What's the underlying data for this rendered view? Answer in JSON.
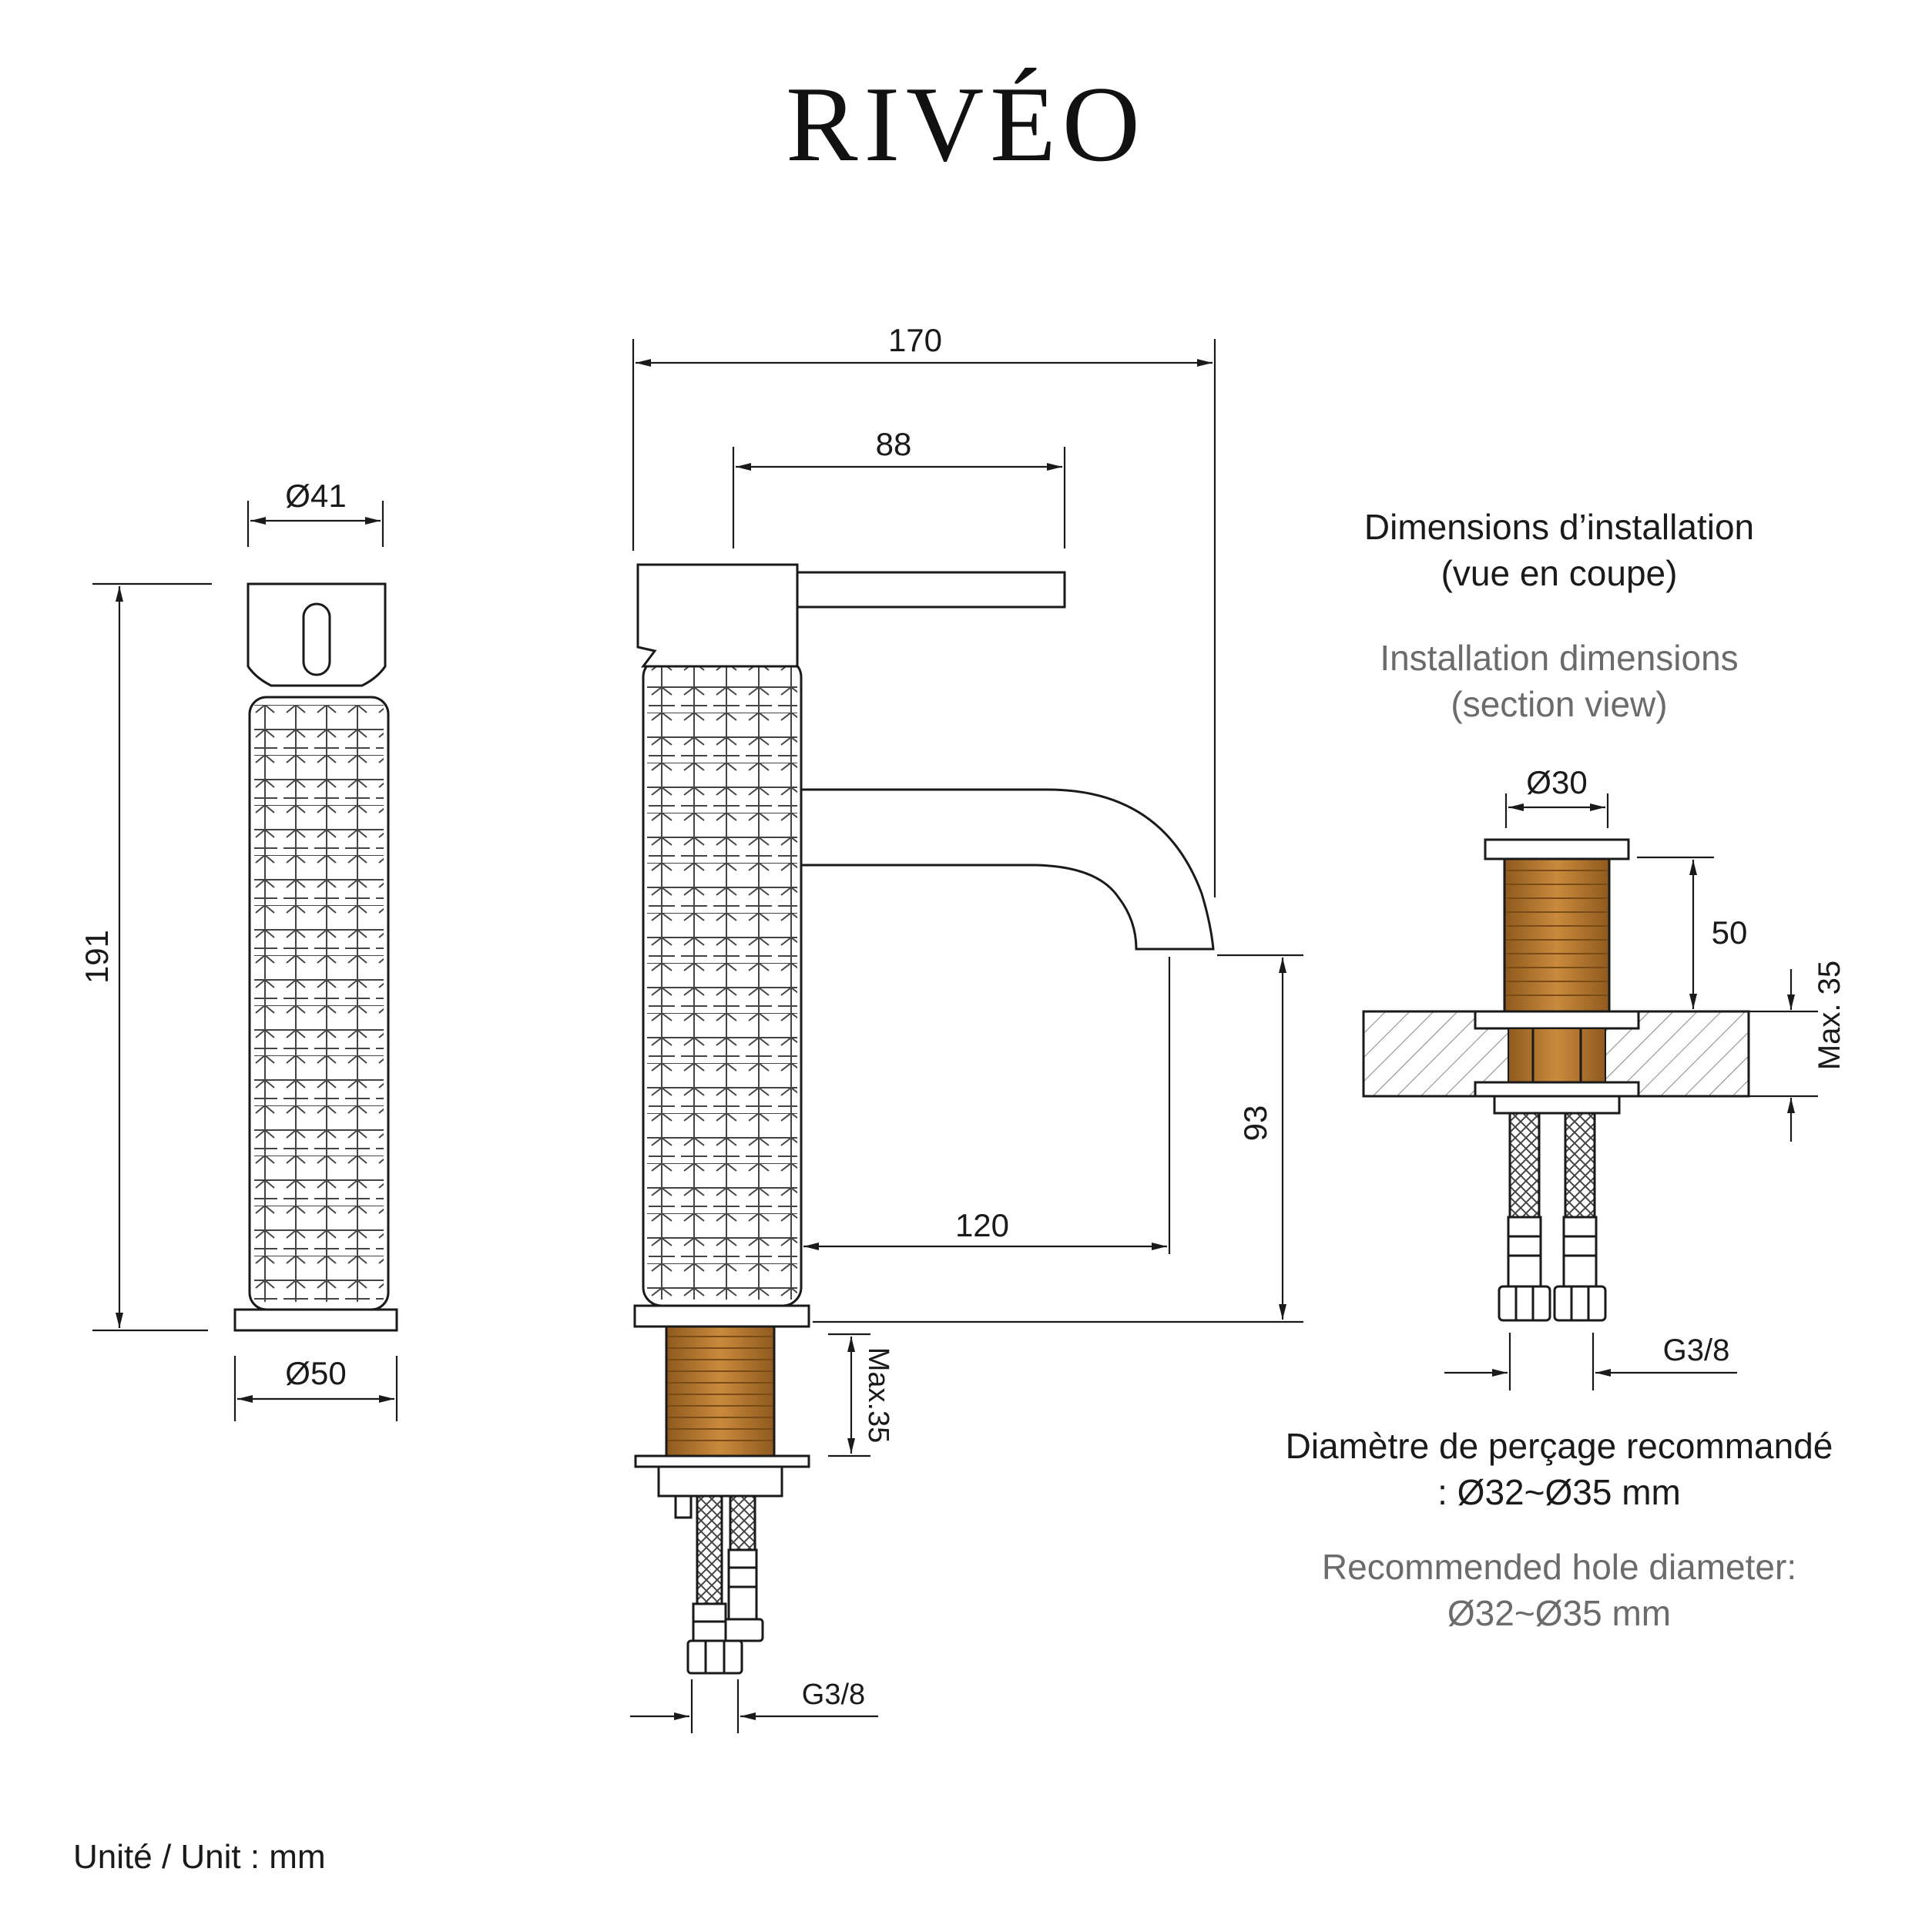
{
  "brand": {
    "name": "RIVÉO"
  },
  "side_view": {
    "diameter_top": "Ø41",
    "height": "191",
    "diameter_base": "Ø50"
  },
  "front_view": {
    "overall_width": "170",
    "handle_width": "88",
    "spout_reach": "120",
    "spout_height": "93",
    "shank_max": "Max.35",
    "hose_thread": "G3/8"
  },
  "installation": {
    "title_fr_line1": "Dimensions d’installation",
    "title_fr_line2": "(vue en coupe)",
    "title_en_line1": "Installation dimensions",
    "title_en_line2": "(section view)",
    "shank_diameter": "Ø30",
    "shank_length": "50",
    "counter_max": "Max. 35",
    "hose_thread": "G3/8",
    "hole_fr_line1": "Diamètre de perçage recommandé",
    "hole_fr_line2": ": Ø32~Ø35 mm",
    "hole_en_line1": "Recommended hole diameter:",
    "hole_en_line2": "Ø32~Ø35 mm"
  },
  "footer": {
    "unit": "Unité / Unit : mm"
  },
  "colors": {
    "line": "#1a1a1a",
    "brass": "#b8792f",
    "secondary_text": "#6b6b6b"
  }
}
